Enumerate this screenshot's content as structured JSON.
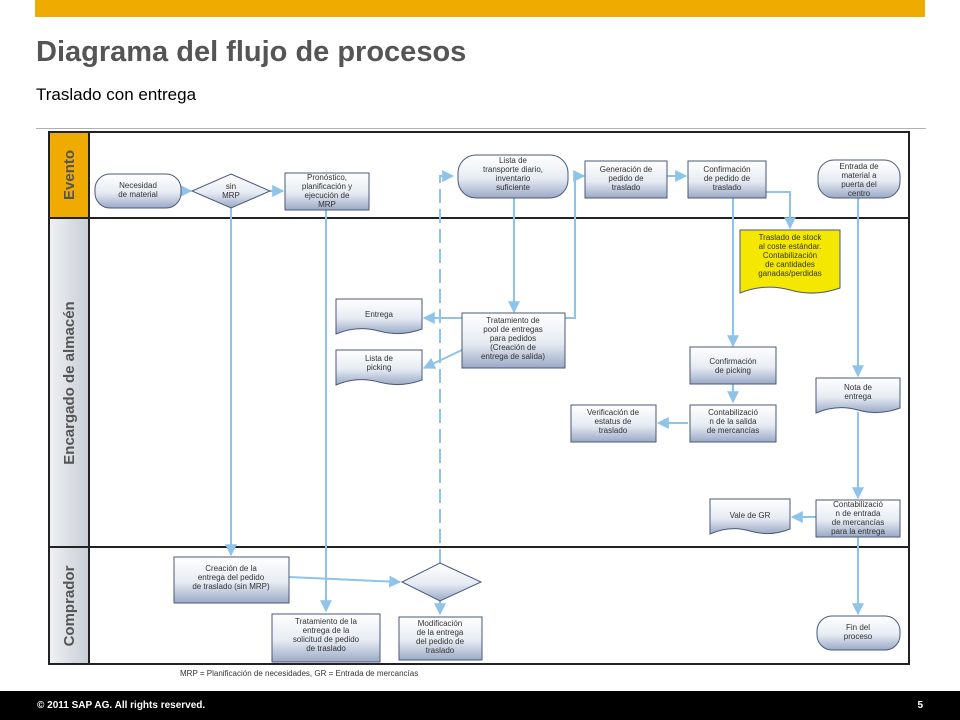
{
  "header": {
    "title": "Diagrama del flujo de procesos",
    "subtitle": "Traslado con entrega"
  },
  "colors": {
    "accent_bar": "#f0ab00",
    "lane_header_event": "#f0ab00",
    "lane_header": "#d9dde2",
    "connector": "#8ec3ea",
    "highlight_note": "#f5e800"
  },
  "lanes": {
    "event": "Evento",
    "warehouse": "Encargado de almacén",
    "buyer": "Comprador"
  },
  "nodes": {
    "n_necesidad": "Necesidad|de material",
    "n_sinmrp": "sin|MRP",
    "n_pronostico": "Pronóstico,|planificación y|ejecución de|MRP",
    "n_lista_transporte": "Lista de|transporte diario,|inventario|suficiente",
    "n_generacion": "Generación de|pedido de|traslado",
    "n_confirmacion_pedido": "Confirmación|de pedido de|traslado",
    "n_entrada_material": "Entrada de|material a|puerta del|centro",
    "n_traslado_stock": "Traslado de stock|al coste estándar.|Contabilización|de cantidades|ganadas/perdidas",
    "n_entrega": "Entrega",
    "n_lista_picking": "Lista de|picking",
    "n_tratamiento_pool": "Tratamiento de|pool de entregas|para pedidos|(Creación de|entrega de salida)",
    "n_confirmacion_picking": "Confirmación|de picking",
    "n_nota_entrega": "Nota de|entrega",
    "n_verificacion": "Verificación de|estatus de|traslado",
    "n_contab_salida": "Contabilizació|n de la salida|de mercancías",
    "n_vale_gr": "Vale de GR",
    "n_contab_entrada": "Contabilizació|n de entrada|de mercancías|para la entrega",
    "n_creacion_entrega": "Creación de la|entrega del pedido|de traslado (sin MRP)",
    "n_tratamiento_solicitud": "Tratamiento de la|entrega de la|solicitud de pedido|de traslado",
    "n_modificacion": "Modificación|de la entrega|del pedido de|traslado",
    "n_fin": "Fin del|proceso"
  },
  "footnote": "MRP = Planificación de necesidades, GR = Entrada de mercancías",
  "footer": {
    "copyright": "© 2011 SAP AG. All rights reserved.",
    "page": "5"
  }
}
